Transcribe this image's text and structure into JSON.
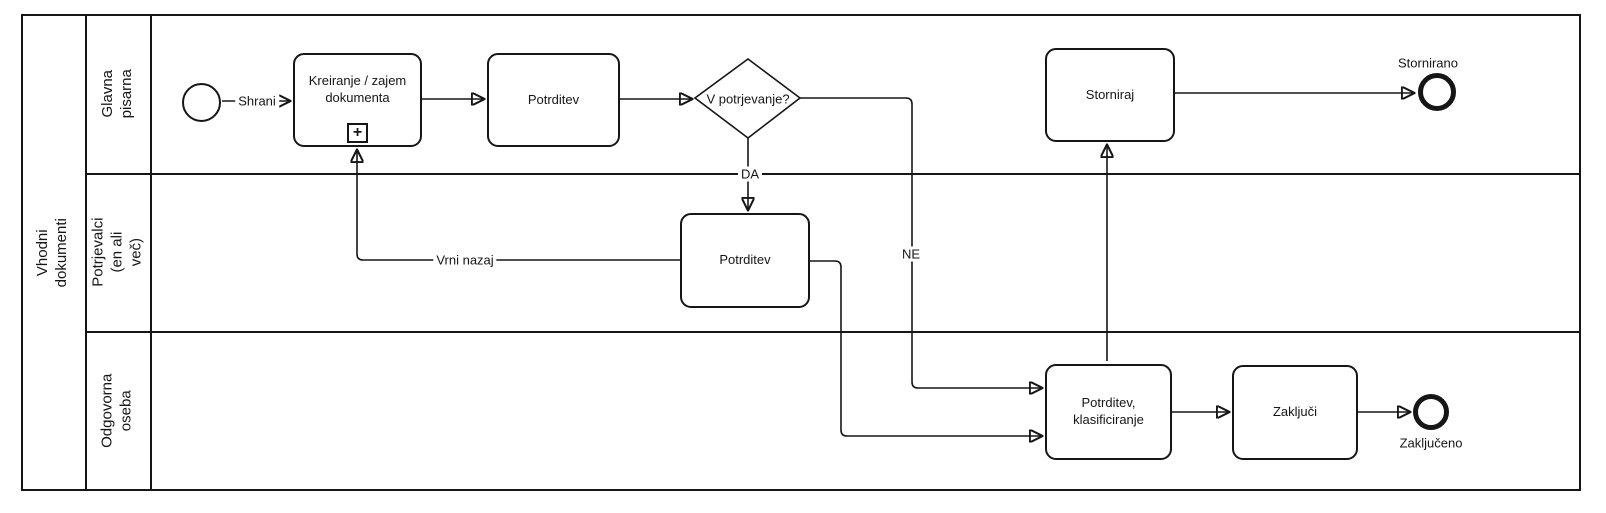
{
  "pool": {
    "label": "Vhodni dokumenti",
    "lanes": [
      {
        "label": "Glavna pisarna"
      },
      {
        "label": "Potrjevalci\n(en ali več)"
      },
      {
        "label": "Odgovorna\noseba"
      }
    ]
  },
  "nodes": {
    "start_event": {
      "type": "start-event"
    },
    "task_kreiranje": {
      "label": "Kreiranje / zajem dokumenta",
      "subprocess_marker": "+"
    },
    "task_potrditev_top": {
      "label": "Potrditev"
    },
    "gateway_v_potrjevanje": {
      "label": "V potrjevanje?"
    },
    "task_potrditev_mid": {
      "label": "Potrditev"
    },
    "task_storniraj": {
      "label": "Storniraj"
    },
    "task_potrditev_klasificiranje": {
      "label": "Potrditev, klasificiranje"
    },
    "task_zakljuci": {
      "label": "Zaključi"
    },
    "end_stornirano": {
      "label": "Stornirano"
    },
    "end_zakljuceno": {
      "label": "Zaključeno"
    }
  },
  "flows": {
    "shrani": {
      "label": "Shrani"
    },
    "da": {
      "label": "DA"
    },
    "ne": {
      "label": "NE"
    },
    "vrni_nazaj": {
      "label": "Vrni nazaj"
    }
  },
  "colors": {
    "line": "#161616",
    "fill": "#ffffff"
  }
}
